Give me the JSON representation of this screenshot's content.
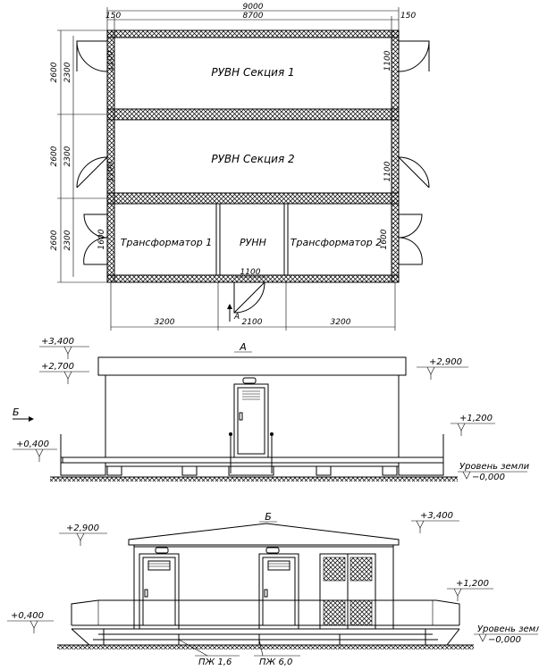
{
  "plan": {
    "dims": {
      "total": "9000",
      "inner": "8700",
      "wall_left": "150",
      "wall_right": "150",
      "row_outer_1": "2600",
      "row_inner_1": "2300",
      "row_outer_2": "2600",
      "row_inner_2": "2300",
      "row_outer_3": "2600",
      "row_inner_3": "2300",
      "door_1100_a": "1100",
      "door_1100_b": "1100",
      "door_1100_c": "1100",
      "door_1100_d": "1100",
      "door_1600_a": "1600",
      "door_1600_b": "1600",
      "door_bottom": "1100",
      "bottom_1": "3200",
      "bottom_2": "2100",
      "bottom_3": "3200"
    },
    "rooms": {
      "section1": "РУВН    Секция  1",
      "section2": "РУВН    Секция  2",
      "trans1": "Трансформатор  1",
      "runn": "РУНН",
      "trans2": "Трансформатор  2"
    },
    "view_mark": "А"
  },
  "elev_a": {
    "title": "А",
    "side_mark": "Б",
    "levels": {
      "top": "+3,400",
      "mid": "+2,700",
      "right_top": "+2,900",
      "right_mid": "+1,200",
      "left_low": "+0,400",
      "ground_label": "Уровень земли",
      "ground_value": "−0,000"
    }
  },
  "elev_b": {
    "title": "Б",
    "levels": {
      "left_top": "+2,900",
      "right_top": "+3,400",
      "right_mid": "+1,200",
      "left_low": "+0,400",
      "ground_label": "Уровень земли",
      "ground_value": "−0,000"
    },
    "foundations": {
      "f1": "ПЖ  1,6",
      "f2": "ПЖ  6,0"
    }
  }
}
